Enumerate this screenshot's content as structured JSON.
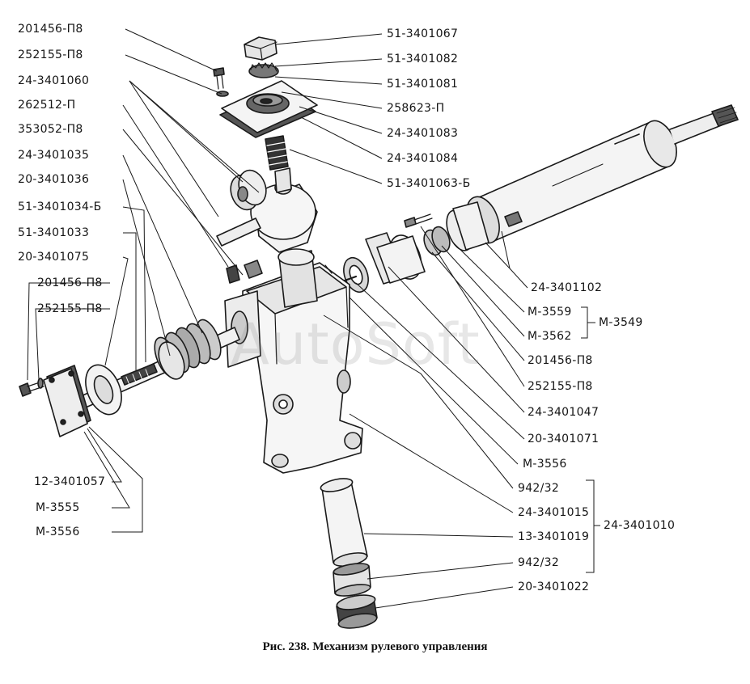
{
  "caption": "Рис. 238. Механизм рулевого управления",
  "watermark": "AutoSoft",
  "left_labels": {
    "l1": "201456-П8",
    "l2": "252155-П8",
    "l3": "24-3401060",
    "l4": "262512-П",
    "l5": "353052-П8",
    "l6": "24-3401035",
    "l7": "20-3401036",
    "l8": "51-3401034-Б",
    "l9": "51-3401033",
    "l10": "20-3401075",
    "l11": "201456-П8",
    "l12": "252155-П8",
    "l13": "12-3401057",
    "l14": "М-3555",
    "l15": "М-3556"
  },
  "right_labels": {
    "r1": "51-3401067",
    "r2": "51-3401082",
    "r3": "51-3401081",
    "r4": "258623-П",
    "r5": "24-3401083",
    "r6": "24-3401084",
    "r7": "51-3401063-Б",
    "r8": "24-3401102",
    "r9": "М-3559",
    "r10": "М-3562",
    "r11": "М-3549",
    "r12": "201456-П8",
    "r13": "252155-П8",
    "r14": "24-3401047",
    "r15": "20-3401071",
    "r16": "М-3556",
    "r17": "942/32",
    "r18": "24-3401015",
    "r19": "24-3401010",
    "r20": "13-3401019",
    "r21": "942/32",
    "r22": "20-3401022"
  }
}
